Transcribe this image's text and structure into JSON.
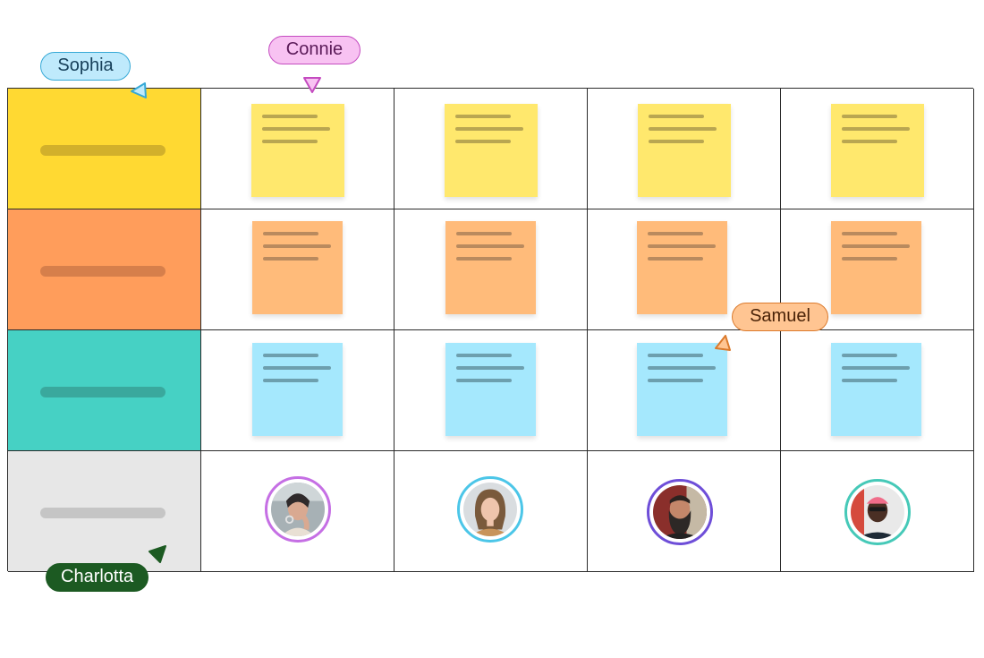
{
  "board": {
    "rows": [
      {
        "row": "yellow",
        "type": "notes",
        "note_color": "yellow",
        "count": 4
      },
      {
        "row": "orange",
        "type": "notes",
        "note_color": "orange",
        "count": 4
      },
      {
        "row": "teal",
        "type": "notes",
        "note_color": "blue",
        "count": 4
      },
      {
        "row": "gray",
        "type": "avatars",
        "count": 4
      }
    ],
    "colors": {
      "yellow_header": "#ffd932",
      "orange_header": "#ff9d5b",
      "teal_header": "#46d1c4",
      "gray_header": "#e7e7e7",
      "note_yellow": "#ffe86d",
      "note_orange": "#ffbb7a",
      "note_blue": "#a5e8fd"
    }
  },
  "avatars": [
    {
      "ring_color": "#c56fe4",
      "icon": "woman-portrait-icon"
    },
    {
      "ring_color": "#4cc6e8",
      "icon": "woman-portrait-icon"
    },
    {
      "ring_color": "#6e4ed8",
      "icon": "bearded-man-portrait-icon"
    },
    {
      "ring_color": "#46c9b8",
      "icon": "man-portrait-icon"
    }
  ],
  "cursors": {
    "sophia": {
      "name": "Sophia",
      "color": "#bfeafc",
      "border": "#36a9d6",
      "text_color": "#17405a"
    },
    "connie": {
      "name": "Connie",
      "color": "#f8c2f2",
      "border": "#c44bc0",
      "text_color": "#5a1a58"
    },
    "samuel": {
      "name": "Samuel",
      "color": "#ffc592",
      "border": "#db7a2c",
      "text_color": "#4a2308"
    },
    "charlotta": {
      "name": "Charlotta",
      "color": "#1c5a22",
      "border": "#1c5a22",
      "text_color": "#ffffff"
    }
  }
}
